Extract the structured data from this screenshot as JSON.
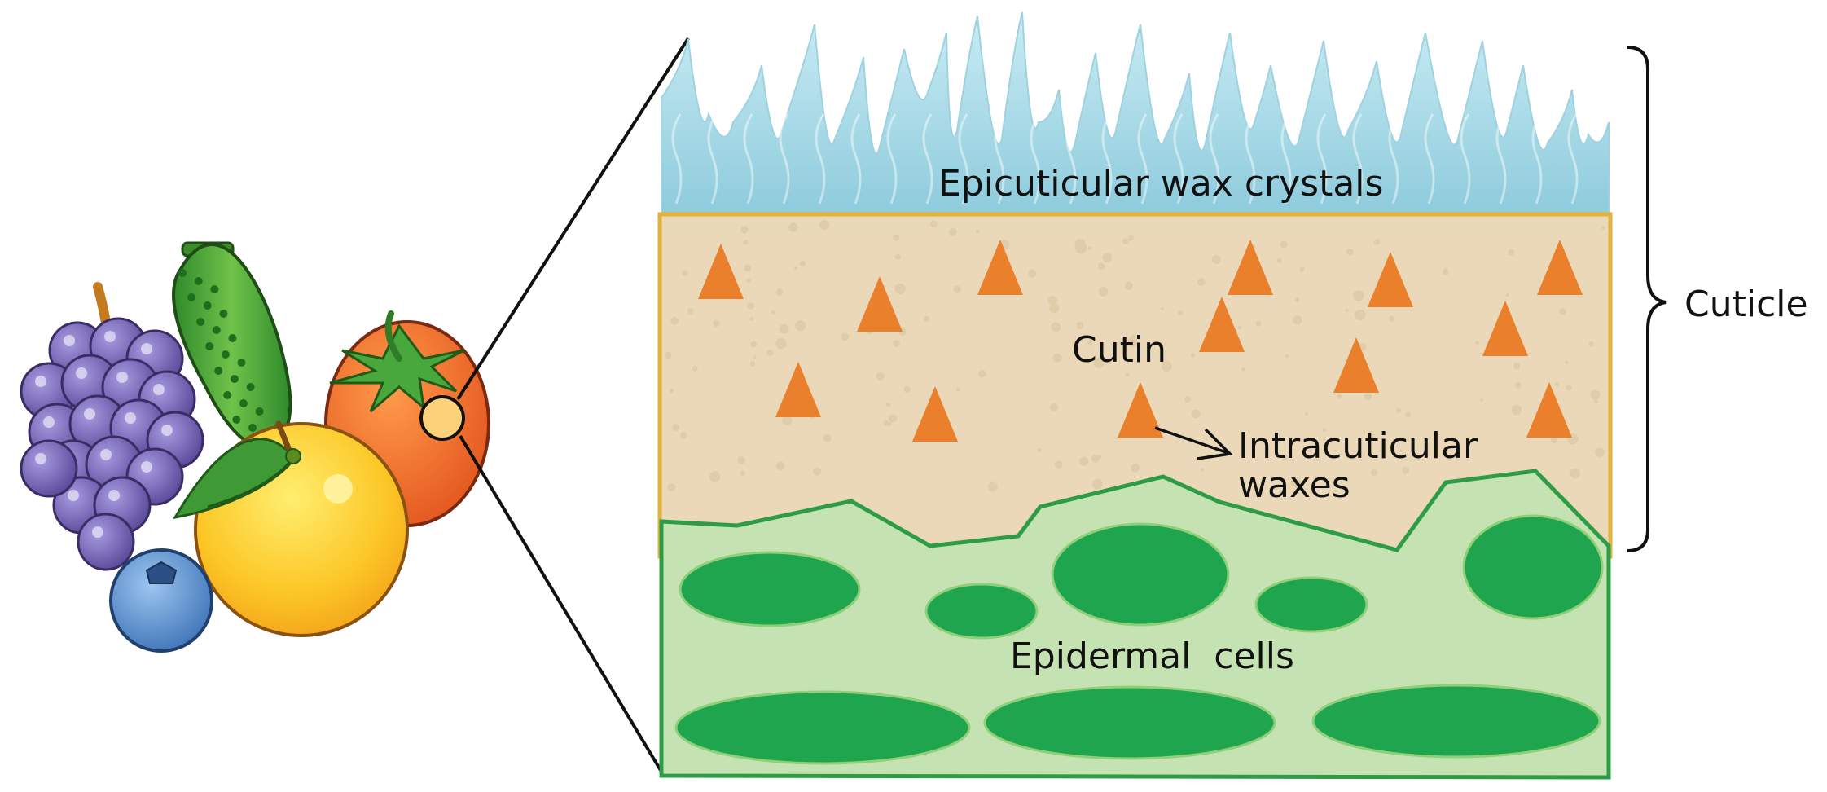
{
  "labels": {
    "epicuticular": "Epicuticular wax crystals",
    "cutin": "Cutin",
    "intracuticular_line1": "Intracuticular",
    "intracuticular_line2": "waxes",
    "epidermal": "Epidermal  cells",
    "cuticle": "Cuticle"
  },
  "icons": [
    "grapes-icon",
    "cucumber-icon",
    "tomato-icon",
    "orange-icon",
    "blueberry-icon",
    "magnifier-circle-icon"
  ],
  "colors": {
    "wax": "#a9d8e6",
    "wax_dark": "#7fbfd3",
    "cutin_fill": "#ead8b8",
    "cutin_border": "#e3b23c",
    "triangle": "#ea7f2c",
    "epidermis_fill": "#c5e3b2",
    "epidermis_border": "#2e9c46",
    "cell": "#1fa54e"
  }
}
